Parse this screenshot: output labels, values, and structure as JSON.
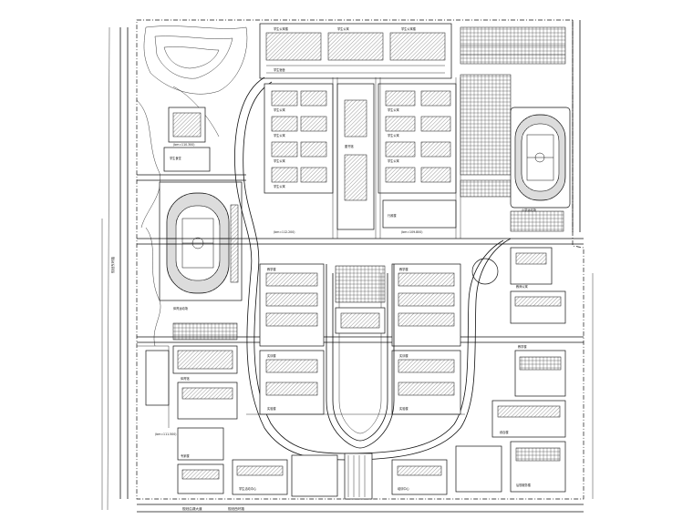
{
  "labels": {
    "road_west": "规划东环路",
    "road_south_1": "规划沿湖大道",
    "road_south_2": "规划西环路",
    "stadium_main": "体育运动场",
    "stadium_east": "小学运动场",
    "dorm_n1": "学生公寓楼",
    "dorm_n2": "学生公寓",
    "dorm_n3": "学生公寓楼",
    "dorm_n4": "学生宿舍",
    "dorm_m1": "学生公寓",
    "dorm_m2": "学生公寓",
    "dorm_m3": "学生公寓",
    "dorm_m4": "学生公寓",
    "dorm_r1": "学生公寓",
    "dorm_r2": "学生公寓",
    "dorm_r3": "学生公寓",
    "canteen": "学生食堂",
    "center_lib": "图书馆",
    "admin": "行政楼",
    "teach_1": "教学楼",
    "teach_2": "教学楼",
    "teach_3": "实训楼",
    "teach_4": "实训楼",
    "lab_1": "实验楼",
    "lab_2": "实验楼",
    "gym": "体育馆",
    "east_1": "教师公寓",
    "east_2": "教学楼",
    "east_3": "综合楼",
    "south_1": "专家楼",
    "south_2": "学生活动中心",
    "south_3": "培训中心",
    "south_4": "后勤服务楼",
    "elev_1": "(bm=110.300)",
    "elev_2": "(bm=112.200)",
    "elev_3": "(bm=109.800)",
    "elev_4": "(bm=111.500)"
  }
}
